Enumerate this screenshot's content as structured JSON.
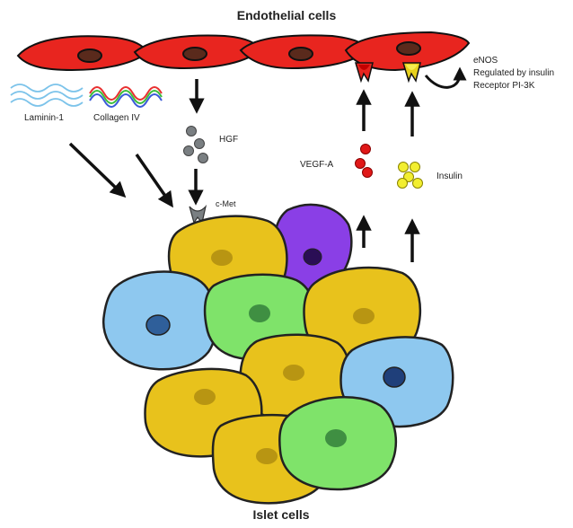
{
  "title_top": "Endothelial cells",
  "title_bottom": "Islet cells",
  "labels": {
    "laminin": "Laminin-1",
    "collagen": "Collagen IV",
    "hgf": "HGF",
    "cmet": "c-Met",
    "vegfa": "VEGF-A",
    "insulin": "Insulin"
  },
  "enos_lines": [
    "eNOS",
    "Regulated by insulin",
    "Receptor PI-3K"
  ],
  "colors": {
    "endothelial": "#e8251f",
    "nucleus_endothelial": "#5a2a1c",
    "yellow_cell": "#e8c21c",
    "green_cell": "#7fe36a",
    "blue_cell": "#8ec8ef",
    "purple_cell": "#8a3fe6",
    "hgf_dot": "#7a7f82",
    "vegf_dot": "#e01818",
    "insulin_dot": "#f2ee30"
  }
}
